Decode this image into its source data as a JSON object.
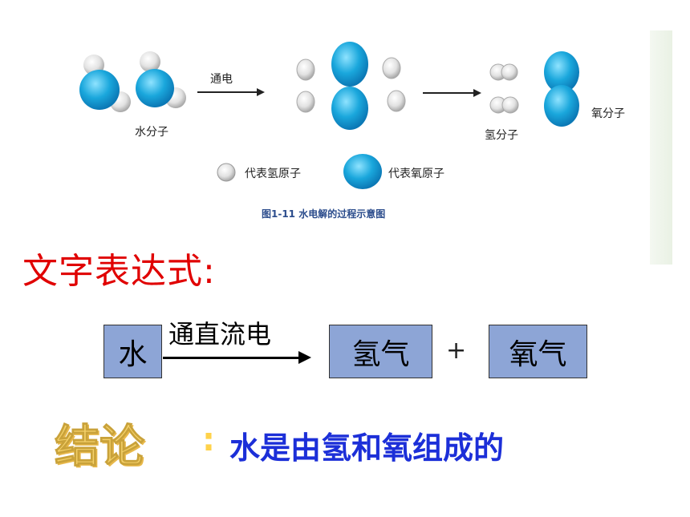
{
  "figure": {
    "label_electrolysis": "通电",
    "label_water_molecule": "水分子",
    "label_hydrogen_molecule": "氢分子",
    "label_oxygen_molecule": "氧分子",
    "legend_hydrogen": "代表氢原子",
    "legend_oxygen": "代表氧原子",
    "caption": "图1-11 水电解的过程示意图"
  },
  "heading": "文字表达式:",
  "equation": {
    "reactant": "水",
    "condition": "通直流电",
    "product1": "氢气",
    "plus": "+",
    "product2": "氧气"
  },
  "conclusion": {
    "label": "结论",
    "colon": ":",
    "text": "水是由氢和氧组成的"
  },
  "colors": {
    "oxygen_atom": "#1aa7dc",
    "hydrogen_atom": "#e6e6e6",
    "heading": "#e00000",
    "box": "#8da5d6",
    "conclusion_text": "#1c2fd8"
  }
}
